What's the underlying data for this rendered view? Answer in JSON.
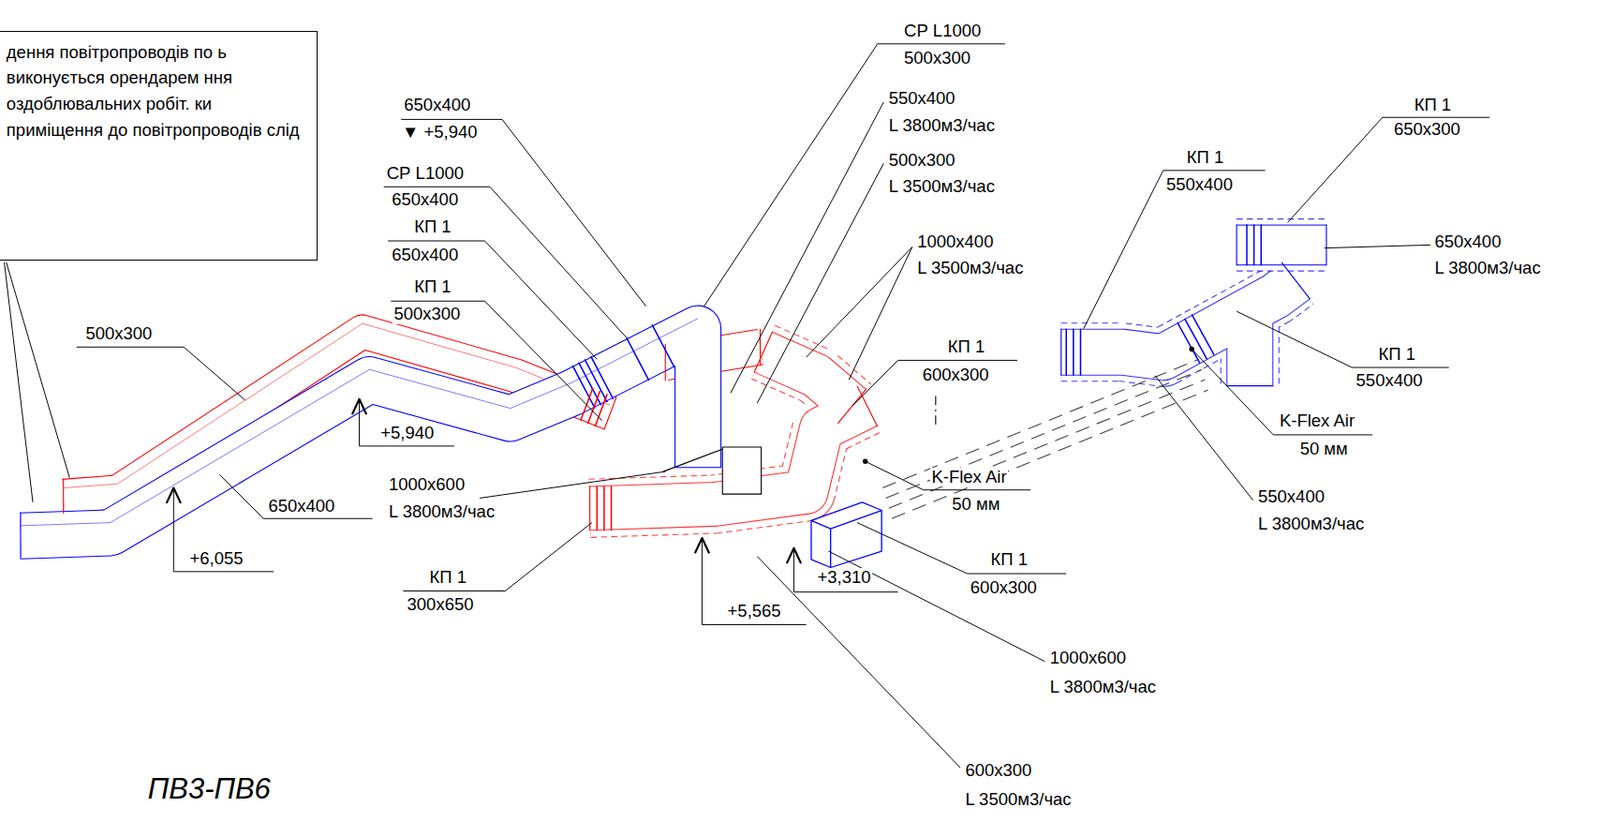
{
  "diagram": {
    "title": "ПВ3-ПВ6",
    "nodes": [
      {
        "text": [
          "дення повітропроводів по ь виконується орендарем ння оздоблювальних робіт. ки приміщення до повітропроводів слід"
        ]
      }
    ],
    "labels": [
      "650x400",
      "▼ +5,940",
      "СР L1000",
      "500x300",
      "550x400",
      "L 3800м3/час",
      "500x300",
      "L 3500м3/час",
      "СР L1000",
      "650x400",
      "КП 1",
      "650x400",
      "КП 1",
      "500x300",
      "1000x400",
      "L 3500м3/час",
      "500x300",
      "+5,940",
      "650x400",
      "+6,055",
      "1000x600",
      "L 3800м3/час",
      "КП 1",
      "300x650",
      "+5,565",
      "+3,310",
      "КП 1",
      "600x300",
      "K-Flex Air",
      "50 мм",
      "КП 1",
      "600x300",
      "1000x600",
      "L 3800м3/час",
      "600x300",
      "L 3500м3/час",
      "КП 1",
      "650x300",
      "КП 1",
      "550x400",
      "650x400",
      "L 3800м3/час",
      "КП 1",
      "550x400",
      "K-Flex Air",
      "50 мм",
      "550x400",
      "L 3800м3/час"
    ]
  }
}
